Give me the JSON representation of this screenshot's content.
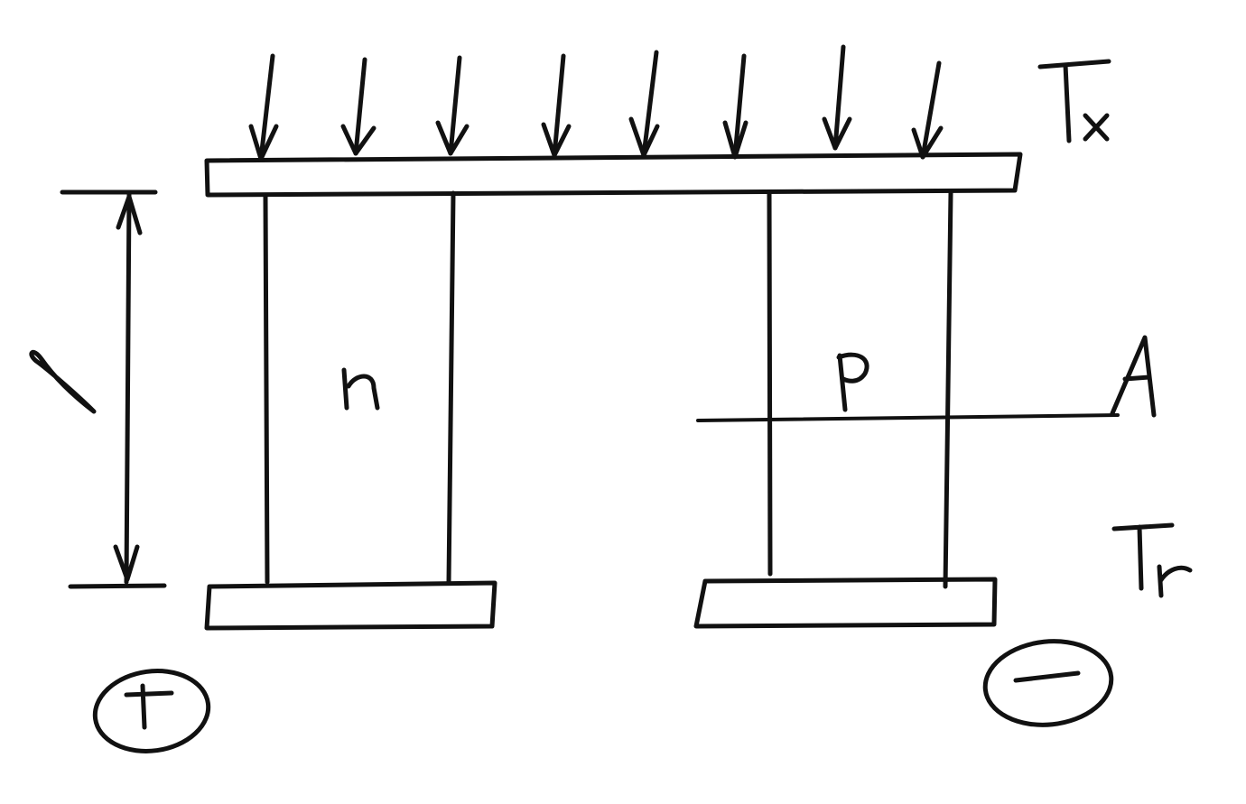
{
  "labels": {
    "hot_side": "Tx",
    "hot_main": "T",
    "hot_sub": "x",
    "cold_main": "T",
    "cold_sub": "r",
    "length": "l",
    "n_leg": "n",
    "p_leg": "p",
    "area": "A",
    "positive_terminal": "+",
    "negative_terminal": "−"
  },
  "incoming_heat_arrows": 8,
  "ink_color": "#111111"
}
